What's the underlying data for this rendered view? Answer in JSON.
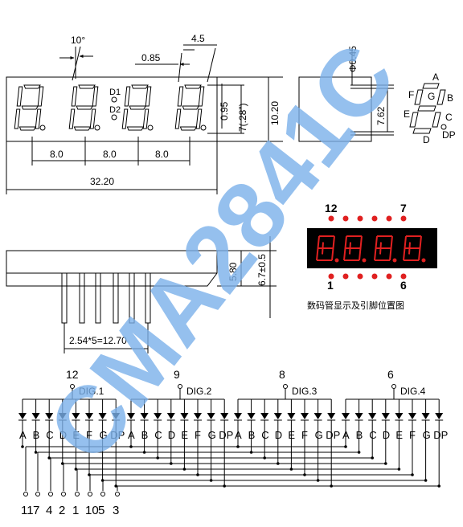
{
  "front_view": {
    "angle": "10°",
    "seg_width": "0.85",
    "pitch_top": "4.5",
    "d1": "D1",
    "d2": "D2",
    "seg_height": "0.95",
    "char_height": "7(.28\")",
    "body_height": "10.20",
    "digit_pitch": [
      "8.0",
      "8.0",
      "8.0"
    ],
    "body_width": "32.20"
  },
  "side_view": {
    "pin_dia": "Φ0.45",
    "pin_row": "7.62"
  },
  "segment_legend": {
    "labels": [
      "A",
      "B",
      "C",
      "D",
      "E",
      "F",
      "G",
      "DP"
    ]
  },
  "bottom_view": {
    "body_h": "5.80",
    "pin_len": "6.7±0.5",
    "pin_span": "2.54*5=12.70"
  },
  "pinout": {
    "top_left": "12",
    "top_right": "7",
    "bottom_left": "1",
    "bottom_right": "6",
    "caption": "数码管显示及引脚位置图"
  },
  "watermark": "CMA2841C",
  "schematic": {
    "digits": [
      {
        "pin": "12",
        "label": "DIG.1"
      },
      {
        "pin": "9",
        "label": "DIG.2"
      },
      {
        "pin": "8",
        "label": "DIG.3"
      },
      {
        "pin": "6",
        "label": "DIG.4"
      }
    ],
    "seg_labels": [
      "A",
      "B",
      "C",
      "D",
      "E",
      "F",
      "G",
      "DP"
    ],
    "bottom_pins": [
      "11",
      "7",
      "4",
      "2",
      "1",
      "10",
      "5",
      "3"
    ]
  }
}
